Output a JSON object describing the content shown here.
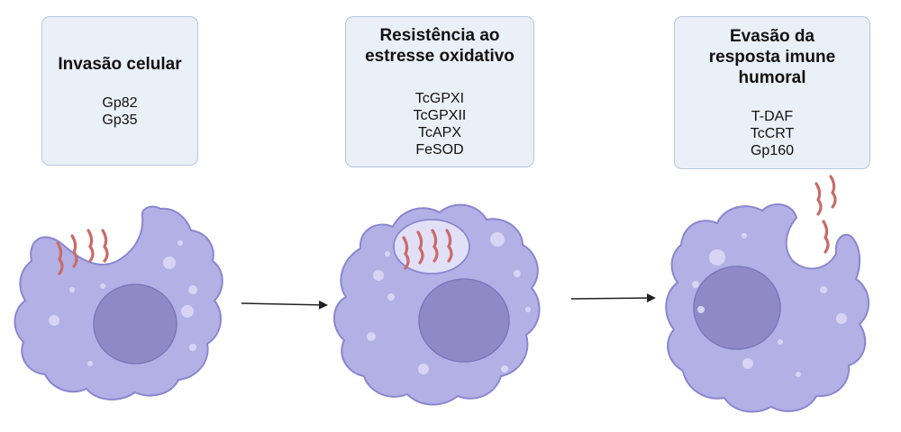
{
  "panels": [
    {
      "title": "Invasão celular",
      "items": [
        "Gp82",
        "Gp35"
      ]
    },
    {
      "title": "Resistência ao\nestresse oxidativo",
      "items": [
        "TcGPXI",
        "TcGPXII",
        "TcAPX",
        "FeSOD"
      ]
    },
    {
      "title": "Evasão da\nresposta imune\nhumoral",
      "items": [
        "T-DAF",
        "TcCRT",
        "Gp160"
      ]
    }
  ],
  "colors": {
    "box_fill": "#eaf0f8",
    "box_border": "#b7c6d9",
    "cell_fill": "#b3b0e6",
    "cell_outline": "#8a86cf",
    "nucleus_fill": "#8f8ac7",
    "vacuole_fill": "#e2e0f7",
    "parasite": "#c96b6b",
    "arrow": "#222222"
  },
  "icons": [
    "macrophage-cell",
    "trypanosome-parasite",
    "arrow-right"
  ]
}
